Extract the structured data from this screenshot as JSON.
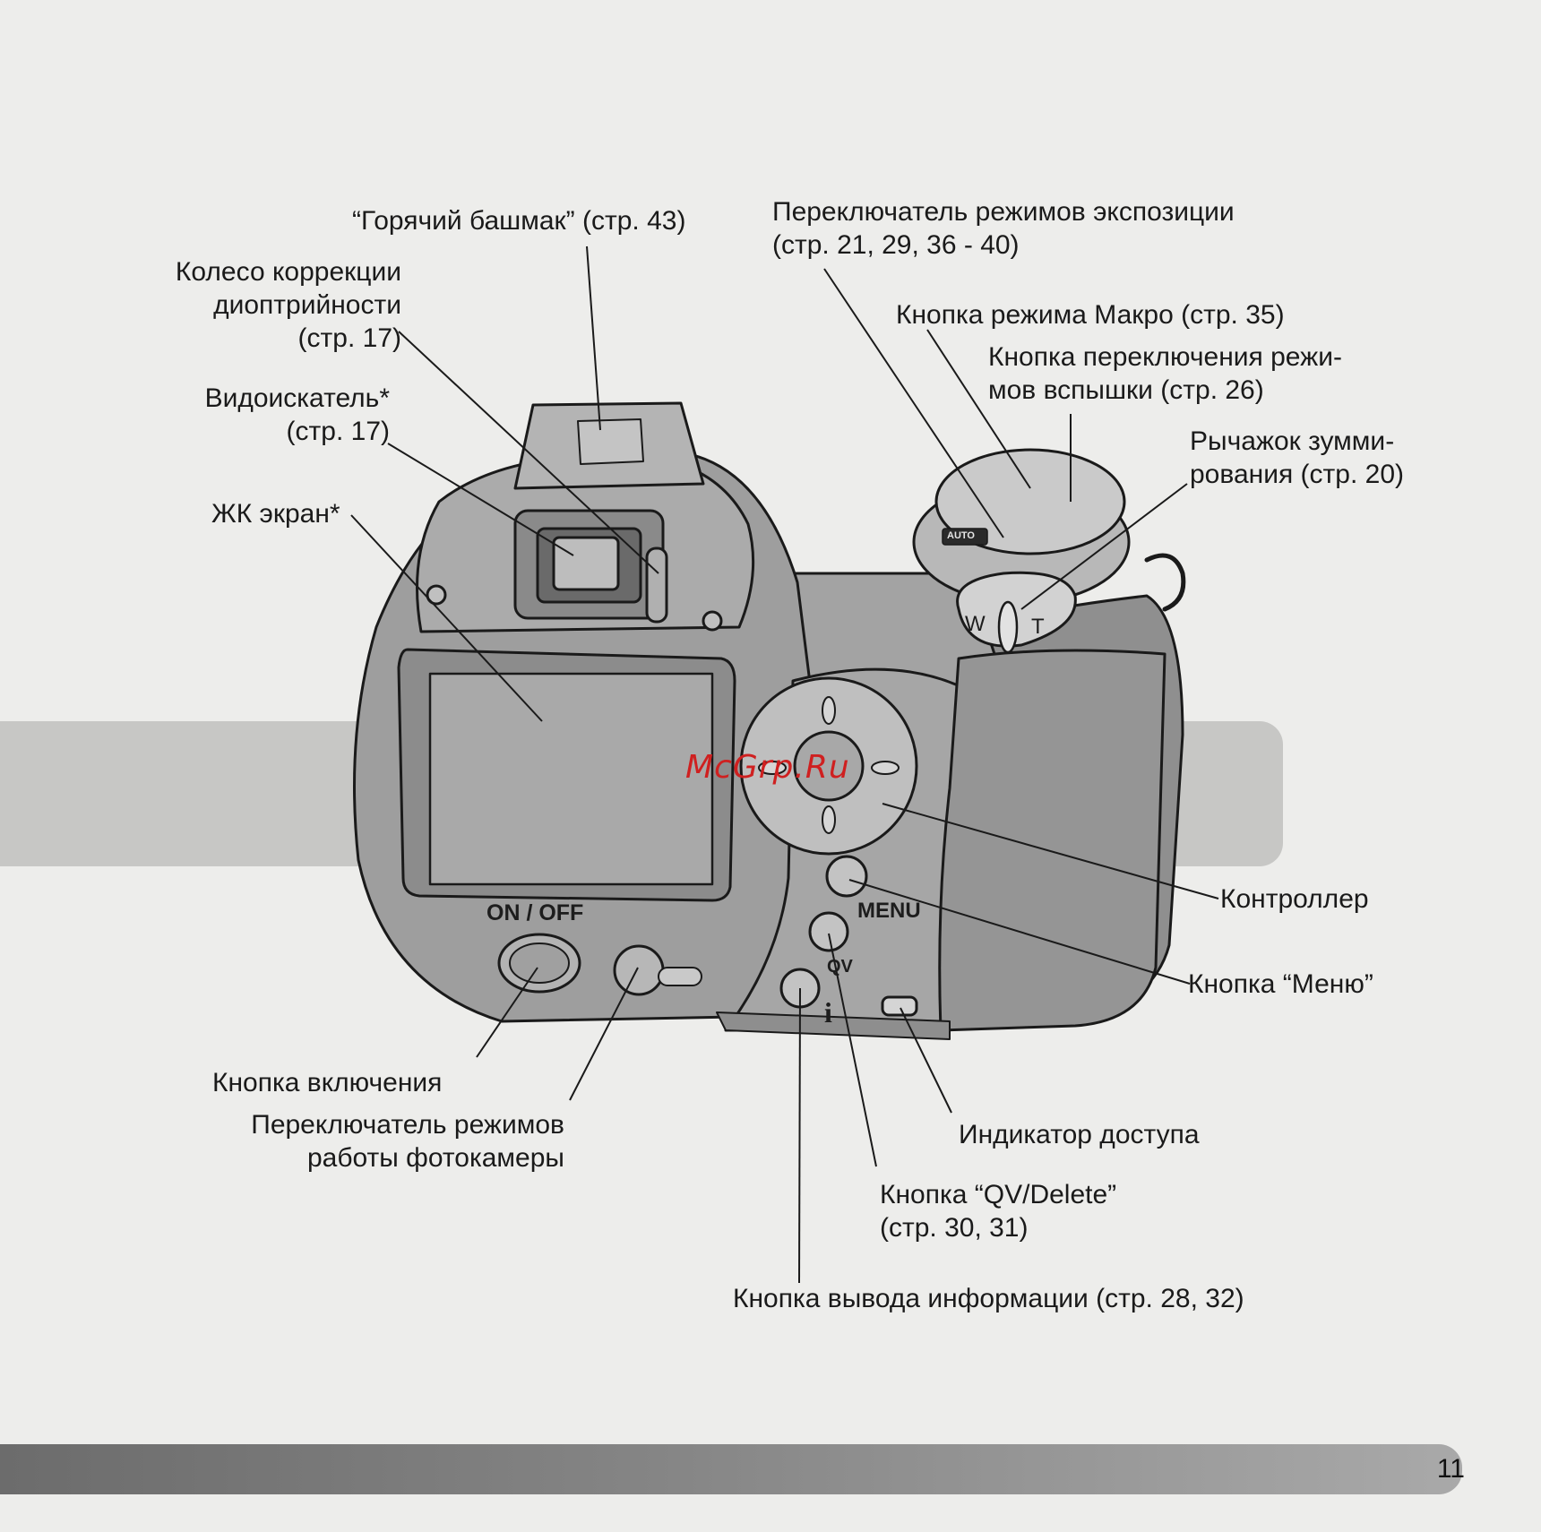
{
  "labels": {
    "hot_shoe": "“Горячий башмак” (стр. 43)",
    "exposure_dial_1": "Переключатель режимов экспозиции",
    "exposure_dial_2": "(стр. 21, 29, 36 - 40)",
    "diopter_1": "Колесо коррекции",
    "diopter_2": "диоптрийности",
    "diopter_3": "(стр. 17)",
    "macro": "Кнопка режима Макро (стр. 35)",
    "flash_1": "Кнопка переключения режи-",
    "flash_2": "мов вспышки (стр. 26)",
    "viewfinder_1": "Видоискатель*",
    "viewfinder_2": "(стр. 17)",
    "zoom_1": "Рычажок зумми-",
    "zoom_2": "рования (стр. 20)",
    "lcd": "ЖК экран*",
    "controller": "Контроллер",
    "menu": "Кнопка “Меню”",
    "power": "Кнопка включения",
    "mode_switch_1": "Переключатель режимов",
    "mode_switch_2": "работы фотокамеры",
    "access": "Индикатор доступа",
    "qv_1": "Кнопка “QV/Delete”",
    "qv_2": "(стр. 30, 31)",
    "info": "Кнопка вывода информации (стр. 28, 32)"
  },
  "camera_marks": {
    "on_off": "ON / OFF",
    "menu": "MENU",
    "qv": "QV",
    "w": "W",
    "t": "T",
    "info": "i",
    "auto": "AUTO"
  },
  "watermark": "McGrp.Ru",
  "page_number": "11",
  "colors": {
    "paper": "#ededeb",
    "camera_body": "#9c9c9c",
    "line": "#1a1a1a",
    "watermark": "#cf2020"
  }
}
